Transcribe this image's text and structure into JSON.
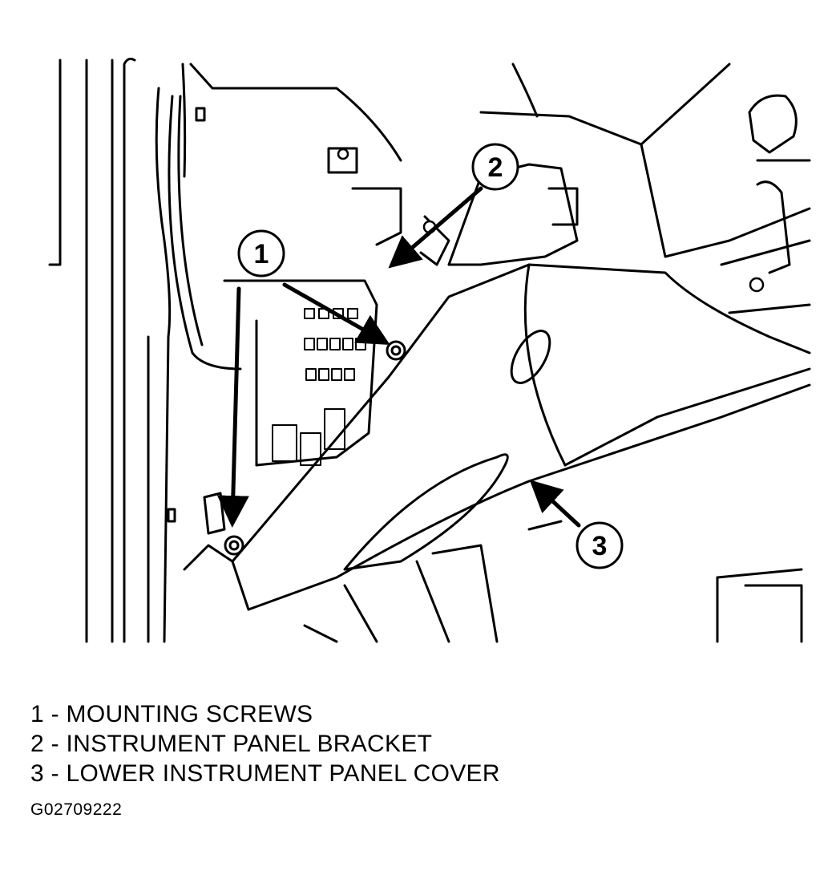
{
  "callouts": [
    {
      "number": "1"
    },
    {
      "number": "2"
    },
    {
      "number": "3"
    }
  ],
  "legend": [
    {
      "text": "1 - MOUNTING SCREWS"
    },
    {
      "text": "2 - INSTRUMENT PANEL BRACKET"
    },
    {
      "text": "3 - LOWER INSTRUMENT PANEL COVER"
    }
  ],
  "figure_id": "G02709222"
}
